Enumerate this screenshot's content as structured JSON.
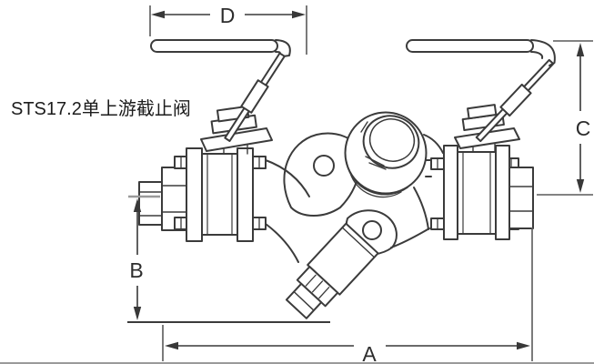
{
  "diagram": {
    "title": "STS17.2单上游截止阀",
    "dimensions": {
      "a": {
        "label": "A",
        "orientation": "horizontal",
        "position": "bottom"
      },
      "b": {
        "label": "B",
        "orientation": "vertical",
        "position": "left"
      },
      "c": {
        "label": "C",
        "orientation": "vertical",
        "position": "right"
      },
      "d": {
        "label": "D",
        "orientation": "horizontal",
        "position": "top-left"
      }
    },
    "colors": {
      "line": "#3b3b3b",
      "dimension_line": "#383838",
      "extension_tick": "#9a9a9a",
      "background": "#ffffff"
    }
  }
}
